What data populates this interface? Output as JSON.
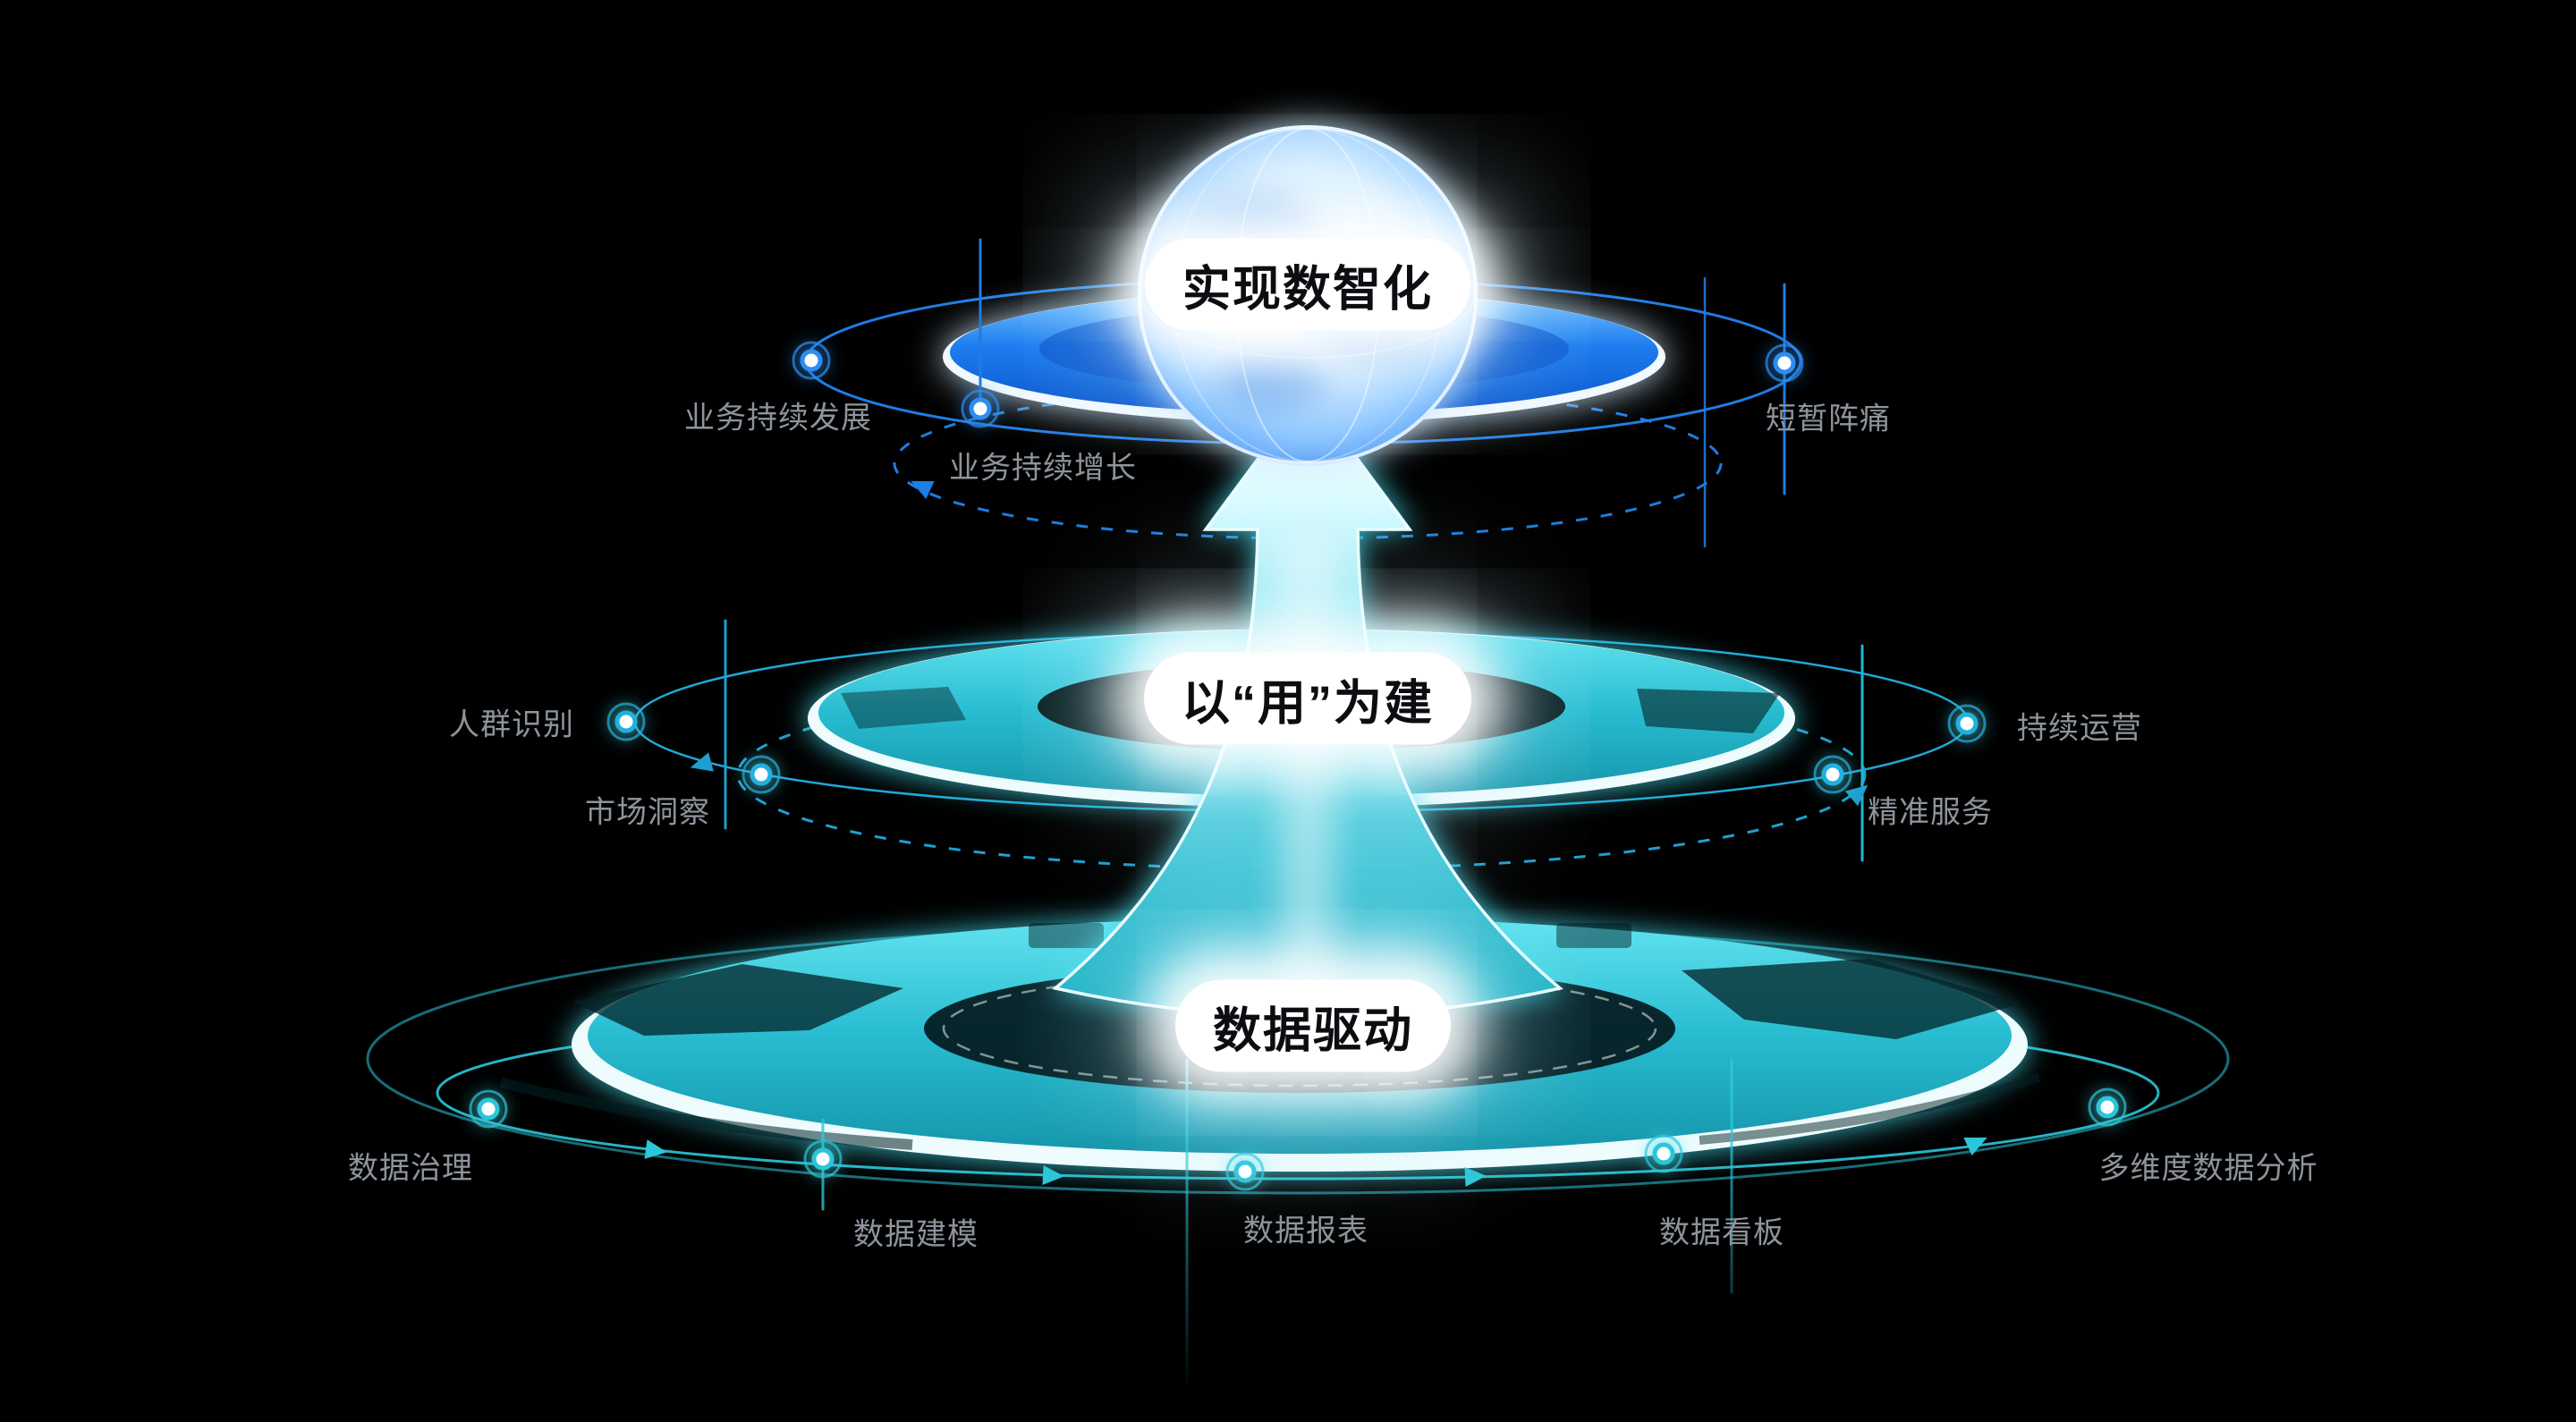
{
  "diagram": {
    "theme": "data-driven digital-intelligence pyramid",
    "colors": {
      "background": "#000000",
      "blue": "#1f7ce4",
      "blue-bright": "#4fb1ff",
      "teal": "#2bc6d8",
      "teal-deep": "#1595aa",
      "label-gray": "#8e949c",
      "label-dark": "#0b0d10",
      "glow-white": "#ffffff"
    },
    "tiers": {
      "top": {
        "label": "实现数智化",
        "side_labels": [
          "业务持续发展",
          "业务持续增长",
          "短暂阵痛"
        ]
      },
      "middle": {
        "label": "以“用”为建",
        "side_labels": [
          "人群识别",
          "市场洞察",
          "持续运营",
          "精准服务"
        ]
      },
      "bottom": {
        "label": "数据驱动",
        "side_labels": [
          "数据治理",
          "数据建模",
          "数据报表",
          "数据看板",
          "多维度数据分析"
        ]
      }
    },
    "icons": {
      "globe": "globe-sphere-icon",
      "arrow": "up-arrow-icon",
      "node": "node-dot-icon"
    }
  }
}
